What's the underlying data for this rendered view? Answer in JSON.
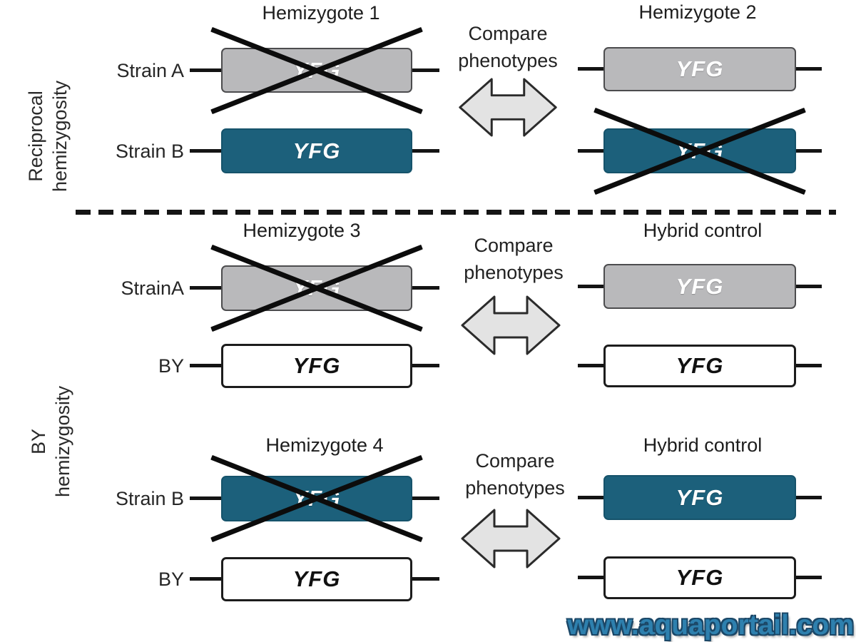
{
  "figure": {
    "side_labels": {
      "reciprocal": {
        "line1": "Reciprocal",
        "line2": "hemizygosity"
      },
      "by": {
        "line1": "BY",
        "line2": "hemizygosity"
      }
    },
    "gene": "YFG",
    "compare": {
      "line1": "Compare",
      "line2": "phenotypes"
    },
    "panels": {
      "hemizygote1": {
        "title": "Hemizygote 1",
        "rows": [
          {
            "label": "Strain A",
            "box": "gray",
            "crossed": true
          },
          {
            "label": "Strain B",
            "box": "teal",
            "crossed": false
          }
        ]
      },
      "hemizygote2": {
        "title": "Hemizygote 2",
        "rows": [
          {
            "box": "gray",
            "crossed": false
          },
          {
            "box": "teal",
            "crossed": true
          }
        ]
      },
      "hemizygote3": {
        "title": "Hemizygote 3",
        "rows": [
          {
            "label": "StrainA",
            "box": "gray",
            "crossed": true
          },
          {
            "label": "BY",
            "box": "white",
            "crossed": false
          }
        ]
      },
      "hybrid_control_top": {
        "title": "Hybrid control",
        "rows": [
          {
            "box": "gray",
            "crossed": false
          },
          {
            "box": "white",
            "crossed": false
          }
        ]
      },
      "hemizygote4": {
        "title": "Hemizygote 4",
        "rows": [
          {
            "label": "Strain B",
            "box": "teal",
            "crossed": true
          },
          {
            "label": "BY",
            "box": "white",
            "crossed": false
          }
        ]
      },
      "hybrid_control_bottom": {
        "title": "Hybrid control",
        "rows": [
          {
            "box": "teal",
            "crossed": false
          },
          {
            "box": "white",
            "crossed": false
          }
        ]
      }
    },
    "watermark": "www.aquaportail.com",
    "colors": {
      "teal": "#1c607b",
      "gray": "#b9b9bb",
      "arrow_fill": "#e3e3e3",
      "watermark_blue": "#2e80ae"
    }
  }
}
